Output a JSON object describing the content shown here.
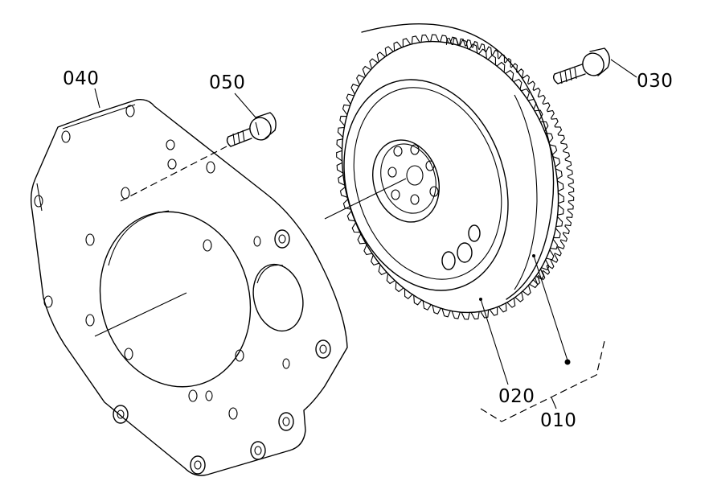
{
  "diagram": {
    "callouts": [
      {
        "id": "010",
        "label": "010"
      },
      {
        "id": "020",
        "label": "020"
      },
      {
        "id": "030",
        "label": "030"
      },
      {
        "id": "040",
        "label": "040"
      },
      {
        "id": "050",
        "label": "050"
      }
    ]
  }
}
